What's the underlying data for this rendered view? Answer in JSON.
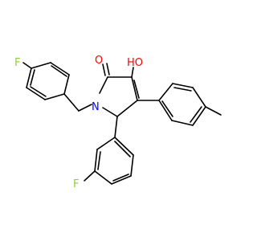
{
  "molecule": {
    "atom_labels": {
      "fluorine_top": "F",
      "fluorine_bottom": "F",
      "oxygen_carbonyl": "O",
      "hydroxyl": "HO",
      "nitrogen": "N"
    },
    "colors": {
      "fluorine": "#8fcf36",
      "oxygen": "#ff0000",
      "nitrogen": "#0000ff",
      "bond": "#000000",
      "background": "#ffffff"
    }
  }
}
